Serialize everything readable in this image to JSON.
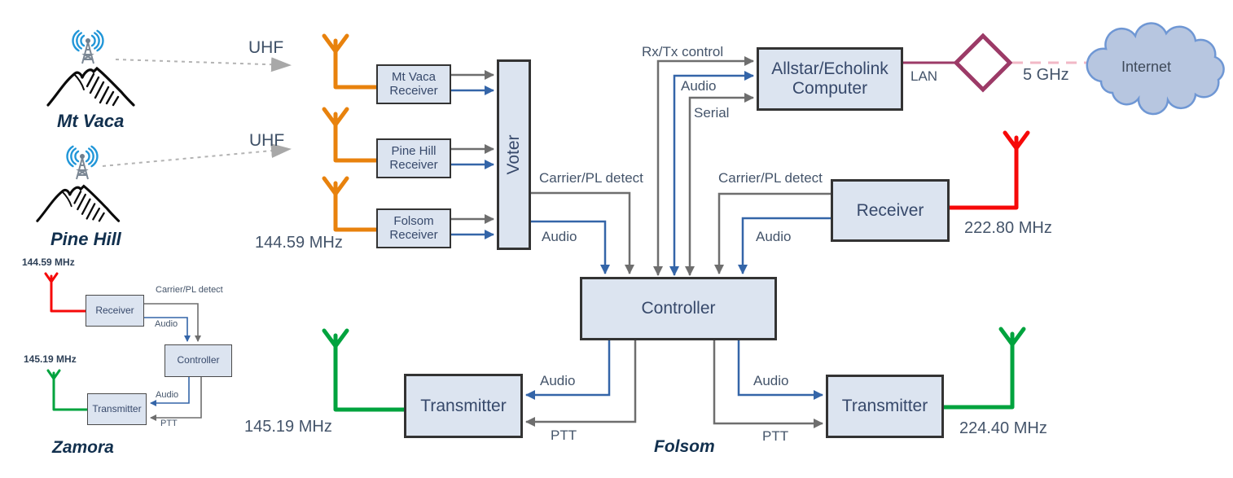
{
  "signals": {
    "uhf": "UHF",
    "carrier_pl_detect": "Carrier/PL detect",
    "audio": "Audio",
    "serial": "Serial",
    "rxtx_control": "Rx/Tx control",
    "ptt": "PTT",
    "lan": "LAN",
    "wireless_5ghz": "5 GHz"
  },
  "frequencies": {
    "uhf_input": "144.59 MHz",
    "receiver_222": "222.80 MHz",
    "transmitter_145": "145.19 MHz",
    "transmitter_224": "224.40 MHz"
  },
  "sites": {
    "mt_vaca": "Mt Vaca",
    "pine_hill": "Pine Hill",
    "zamora": "Zamora",
    "folsom": "Folsom"
  },
  "boxes": {
    "mt_vaca_receiver": {
      "line1": "Mt Vaca",
      "line2": "Receiver"
    },
    "pine_hill_receiver": {
      "line1": "Pine Hill",
      "line2": "Receiver"
    },
    "folsom_receiver": {
      "line1": "Folsom",
      "line2": "Receiver"
    },
    "voter": "Voter",
    "allstar": {
      "line1": "Allstar/Echolink",
      "line2": "Computer"
    },
    "controller": "Controller",
    "receiver": "Receiver",
    "transmitter": "Transmitter"
  },
  "internet": "Internet",
  "zamora_inset": {
    "rx_freq": "144.59 MHz",
    "tx_freq": "145.19 MHz",
    "receiver": "Receiver",
    "controller": "Controller",
    "transmitter": "Transmitter",
    "carrier_pl_detect": "Carrier/PL detect",
    "audio": "Audio",
    "ptt": "PTT"
  },
  "colors": {
    "box_fill": "#dce4f0",
    "box_border": "#333333",
    "gray_line": "#6e6e6e",
    "blue_line": "#3465a8",
    "orange_antenna": "#e8820d",
    "red_antenna": "#f60909",
    "green_antenna": "#00a33e",
    "purple_lan": "#9c3a67",
    "pink_wireless": "#f2b8c6",
    "cloud_fill": "#b7c6e0",
    "cloud_border": "#6f97d4",
    "label_text": "#44546a",
    "site_text": "#12304e",
    "radio_wave_blue": "#2196d8"
  }
}
